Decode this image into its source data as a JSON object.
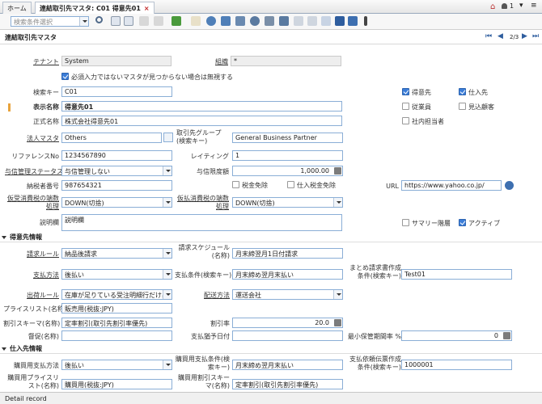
{
  "tabs": [
    {
      "label": "ホーム"
    },
    {
      "label": "連結取引先マスタ: C01 得意先01",
      "close": "×"
    }
  ],
  "window_controls": {
    "home": "⌂",
    "bell_count": "1",
    "collapse": "▾",
    "menu": "≡"
  },
  "toolbar": {
    "search_placeholder": "検索条件選択"
  },
  "header": {
    "title": "連結取引先マスタ",
    "page": "2/3"
  },
  "fields": {
    "tenant_label": "テナント",
    "tenant_value": "System",
    "org_label": "組織",
    "org_value": "*",
    "mandatory_ignore_label": "必須入力ではないマスタが見つからない場合は無視する",
    "search_key_label": "検索キー",
    "search_key_value": "C01",
    "display_name_label": "表示名称",
    "display_name_value": "得意先01",
    "formal_name_label": "正式名称",
    "formal_name_value": "株式会社得意先01",
    "corp_master_label": "法人マスタ",
    "corp_master_value": "Others",
    "bp_group_label": "取引先グループ(検索キー)",
    "bp_group_value": "General Business Partner",
    "ref_no_label": "リファレンスNo",
    "ref_no_value": "1234567890",
    "rating_label": "レイティング",
    "rating_value": "1",
    "credit_status_label": "与信管理ステータス",
    "credit_status_value": "与信管理しない",
    "credit_limit_label": "与信限度額",
    "credit_limit_value": "1,000.00",
    "tax_no_label": "納税者番号",
    "tax_no_value": "987654321",
    "tax_exempt_label": "税金免除",
    "po_tax_exempt_label": "仕入税金免除",
    "url_label": "URL",
    "url_value": "https://www.yahoo.co.jp/",
    "recv_rounding_label": "仮受消費税の端数処理",
    "recv_rounding_value": "DOWN(切捨)",
    "pay_rounding_label": "仮払消費税の端数処理",
    "pay_rounding_value": "DOWN(切捨)",
    "description_label": "説明欄",
    "description_value": "説明欄",
    "customer_label": "得意先",
    "vendor_label": "仕入先",
    "employee_label": "従業員",
    "prospect_label": "見込顧客",
    "internal_label": "社内担当者",
    "summary_label": "サマリー階層",
    "active_label": "アクティブ"
  },
  "customer_section": {
    "title": "得意先情報",
    "invoice_rule_label": "請求ルール",
    "invoice_rule_value": "納品後請求",
    "invoice_schedule_label": "請求スケジュール(名称)",
    "invoice_schedule_value": "月末締翌月1日付請求",
    "payment_method_label": "支払方法",
    "payment_method_value": "後払い",
    "payment_term_label": "支払条件(検索キー)",
    "payment_term_value": "月末締め翌月末払い",
    "consolidated_label": "まとめ請求書作成条件(検索キー)",
    "consolidated_value": "Test01",
    "delivery_rule_label": "出荷ルール",
    "delivery_rule_value": "在庫が足りている受注明細行だけ出荷",
    "delivery_via_label": "配送方法",
    "delivery_via_value": "運送会社",
    "price_list_label": "プライスリスト(名称)",
    "price_list_value": "販売用(税抜:JPY)",
    "discount_schema_label": "割引スキーマ(名称)",
    "discount_schema_value": "定率割引(取引先割引率優先)",
    "discount_label": "割引率",
    "discount_value": "20.0",
    "dunning_label": "督促(名称)",
    "payment_grace_label": "支払猶予日付",
    "min_margin_label": "最小保管期間率 %",
    "min_margin_value": "0"
  },
  "vendor_section": {
    "title": "仕入先情報",
    "po_payment_method_label": "購買用支払方法",
    "po_payment_method_value": "後払い",
    "po_payment_term_label": "購買用支払条件(検索キー)",
    "po_payment_term_value": "月末締め翌月末払い",
    "payment_request_label": "支払依頼伝票作成条件(検索キー)",
    "payment_request_value": "1000001",
    "po_price_list_label": "購買用プライスリスト(名称)",
    "po_price_list_value": "購買用(税抜:JPY)",
    "po_discount_schema_label": "購買用割引スキーマ(名称)",
    "po_discount_schema_value": "定率割引(取引先割引率優先)"
  },
  "status": {
    "text": "Detail record"
  },
  "colors": {
    "accent": "#3b7dd8",
    "border": "#8aaed6",
    "close": "#c02020"
  }
}
